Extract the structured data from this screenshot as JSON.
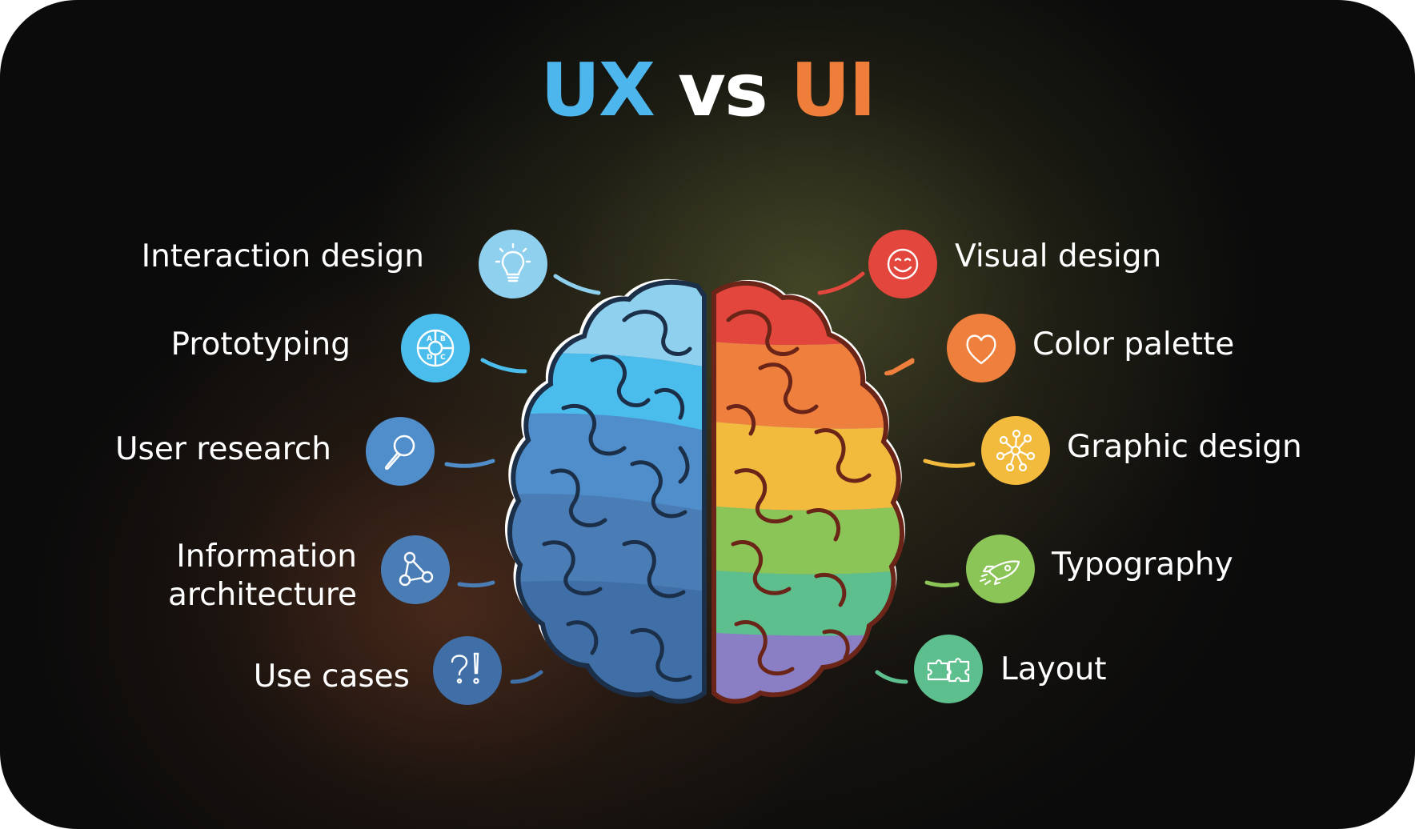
{
  "title": {
    "ux": "UX",
    "vs": "vs",
    "ui": "UI"
  },
  "colors": {
    "ux_accent": "#4db6ec",
    "ui_accent": "#ee7e3a",
    "background": "#0b0b0b"
  },
  "ux_items": [
    {
      "label": "Interaction design",
      "icon": "lightbulb-icon",
      "color": "#8fd0ef"
    },
    {
      "label": "Prototyping",
      "icon": "abcd-wheel-icon",
      "color": "#4bbdec"
    },
    {
      "label": "User research",
      "icon": "magnifier-icon",
      "color": "#4f8ecb"
    },
    {
      "label_line1": "Information",
      "label_line2": "architecture",
      "icon": "network-icon",
      "color": "#4a7db6"
    },
    {
      "label": "Use cases",
      "icon": "question-exclamation-icon",
      "color": "#3f6fa6"
    }
  ],
  "ui_items": [
    {
      "label": "Visual design",
      "icon": "smiley-icon",
      "color": "#e2463c"
    },
    {
      "label": "Color palette",
      "icon": "heart-icon",
      "color": "#ef7f3c"
    },
    {
      "label": "Graphic design",
      "icon": "molecule-icon",
      "color": "#f3bb3e"
    },
    {
      "label": "Typography",
      "icon": "rocket-icon",
      "color": "#8bc457"
    },
    {
      "label": "Layout",
      "icon": "puzzle-icon",
      "color": "#5dbf8d"
    }
  ]
}
